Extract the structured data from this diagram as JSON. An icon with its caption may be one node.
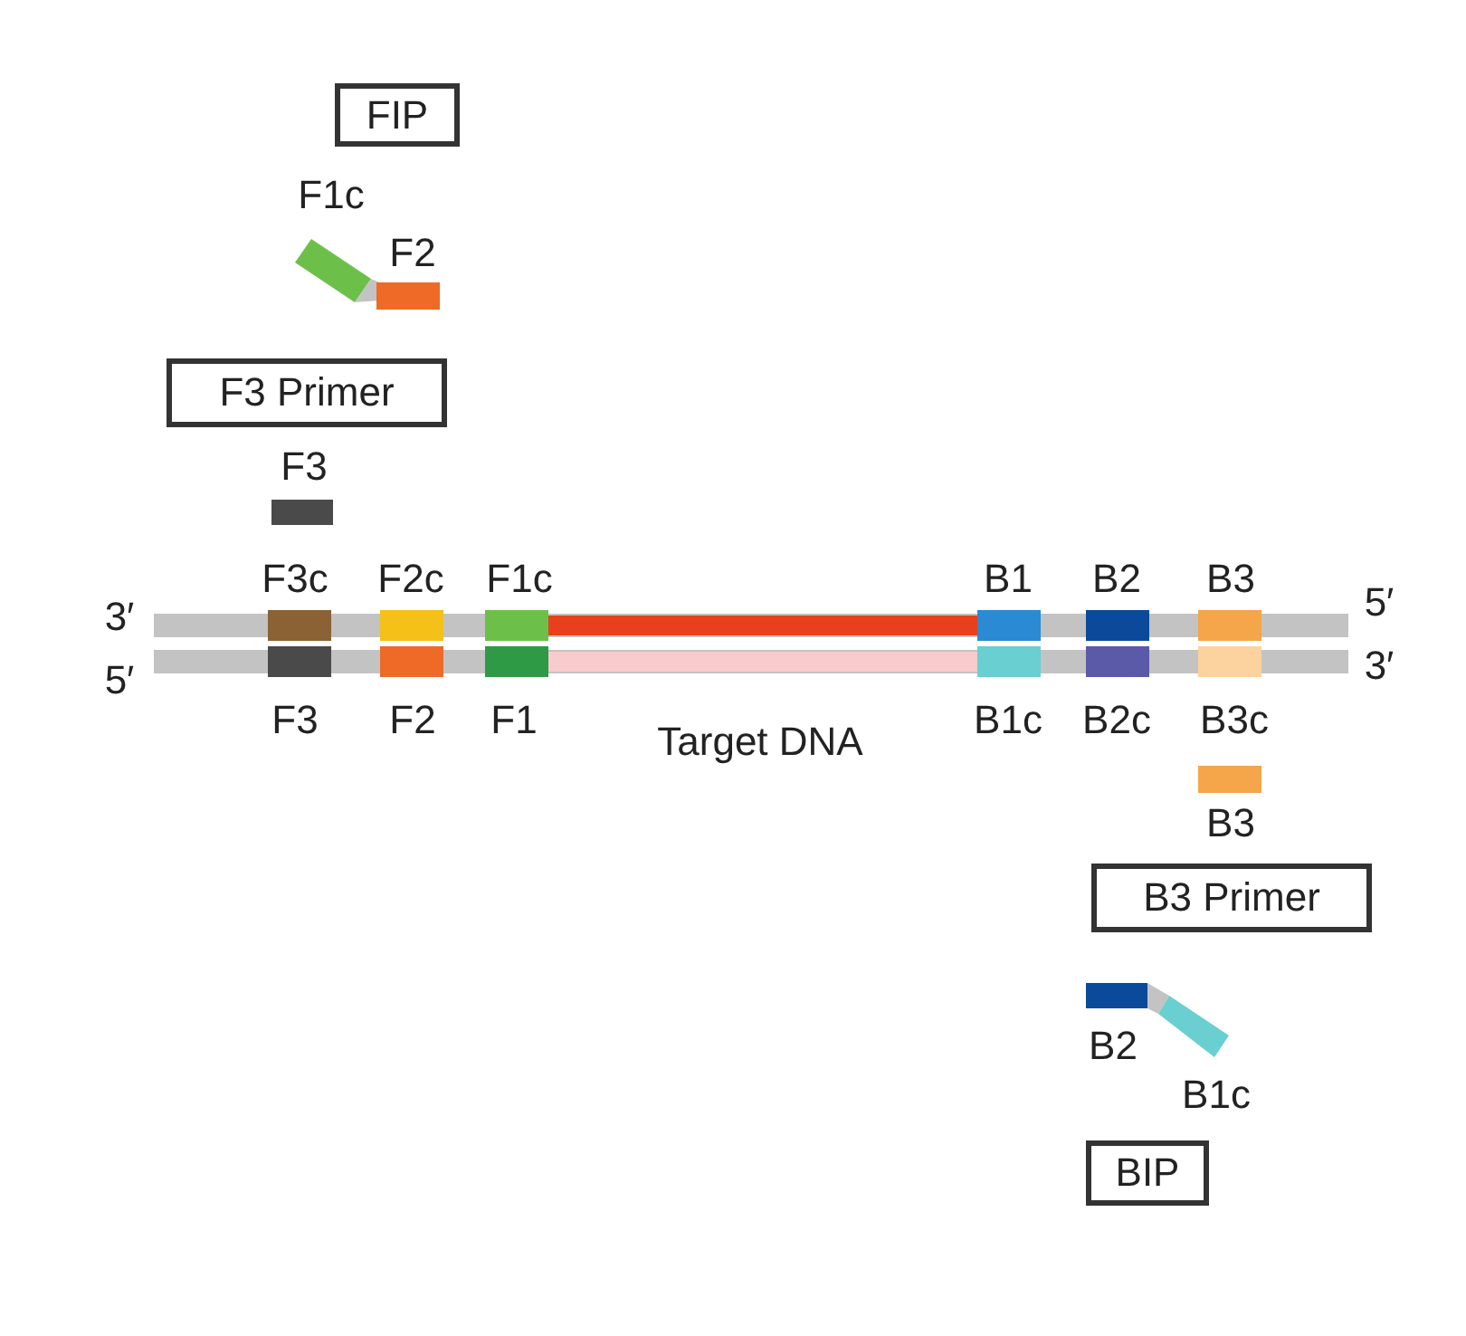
{
  "diagram": {
    "nodes": [
      {
        "text": [
          "FIP"
        ]
      },
      {
        "text": [
          "F3 Primer"
        ]
      },
      {
        "text": [
          "B3 Primer"
        ]
      },
      {
        "text": [
          "BIP"
        ]
      }
    ],
    "labels": [
      "F1c",
      "F2",
      "F3",
      "F3c",
      "F2c",
      "F1c",
      "B1",
      "B2",
      "B3",
      "3′",
      "5′",
      "5′",
      "3′",
      "F3",
      "F2",
      "F1",
      "Target DNA",
      "B1c",
      "B2c",
      "B3c",
      "B3",
      "B2",
      "B1c"
    ]
  }
}
